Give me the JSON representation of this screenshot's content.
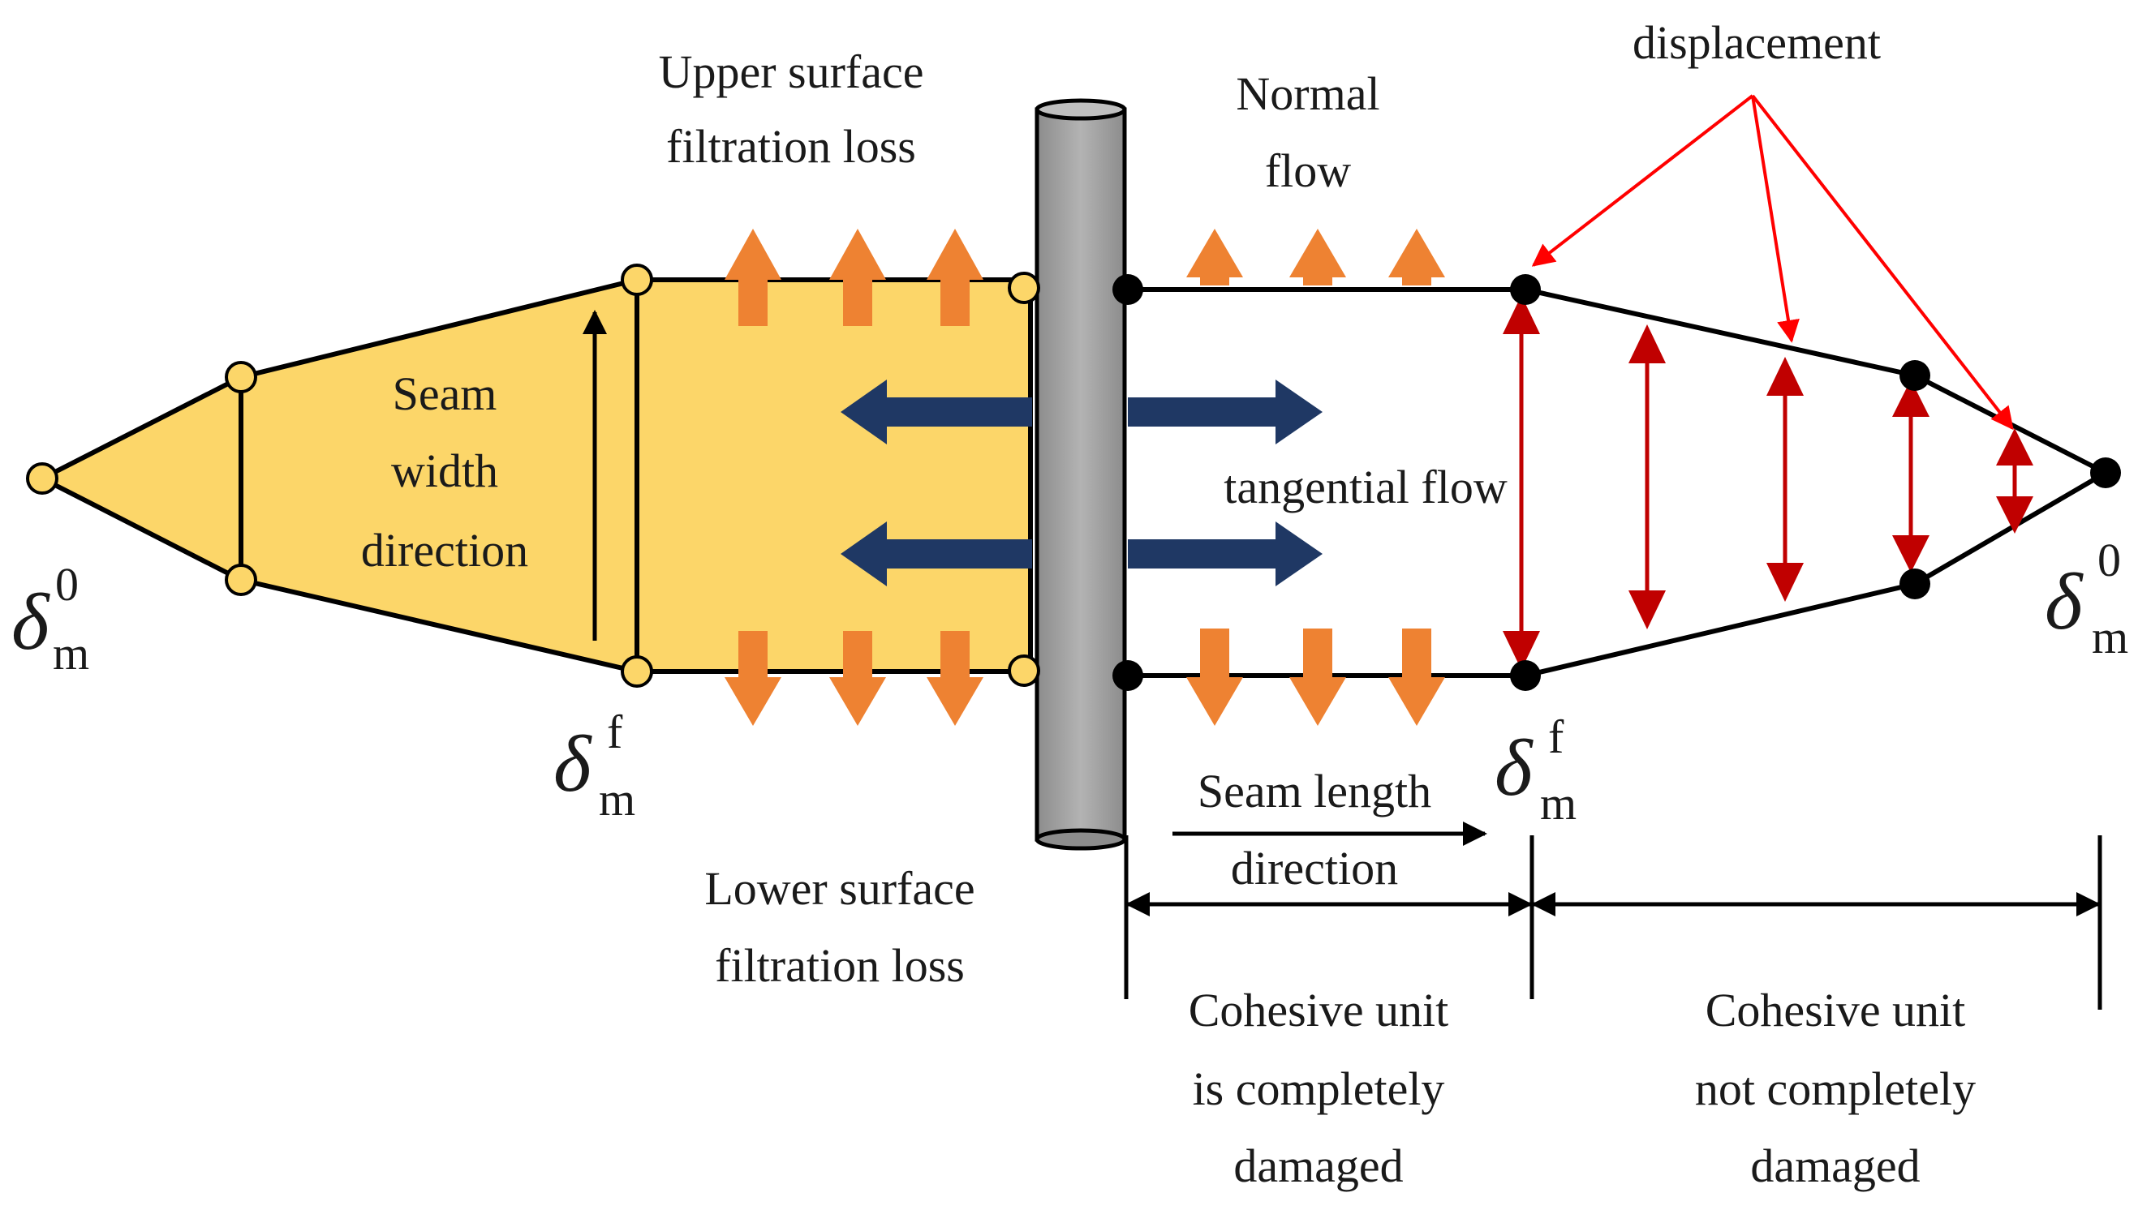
{
  "labels": {
    "displacement": "displacement",
    "upper_loss_1": "Upper surface",
    "upper_loss_2": "filtration loss",
    "normal_flow_1": "Normal",
    "normal_flow_2": "flow",
    "seam_width_1": "Seam",
    "seam_width_2": "width",
    "seam_width_3": "direction",
    "tangential_flow": "tangential flow",
    "seam_length_1": "Seam length",
    "seam_length_2": "direction",
    "lower_loss_1": "Lower surface",
    "lower_loss_2": "filtration loss",
    "damaged_1": "Cohesive unit",
    "damaged_2": "is completely",
    "damaged_3": "damaged",
    "undamaged_1": "Cohesive unit",
    "undamaged_2": "not completely",
    "undamaged_3": "damaged"
  },
  "symbols": {
    "delta": "δ",
    "sub_m": "m",
    "sup_zero": "0",
    "sup_f": "f"
  },
  "colors": {
    "fracture_fill": "#FCD669",
    "node_open_fill": "#FCD669",
    "node_solid": "#000000",
    "leakoff_arrow": "#EE8232",
    "tangential_arrow": "#1F3864",
    "displacement_arrow": "#C00000",
    "callout_arrow": "#FF0000",
    "wellbore_fill": "#A6A6A6"
  }
}
